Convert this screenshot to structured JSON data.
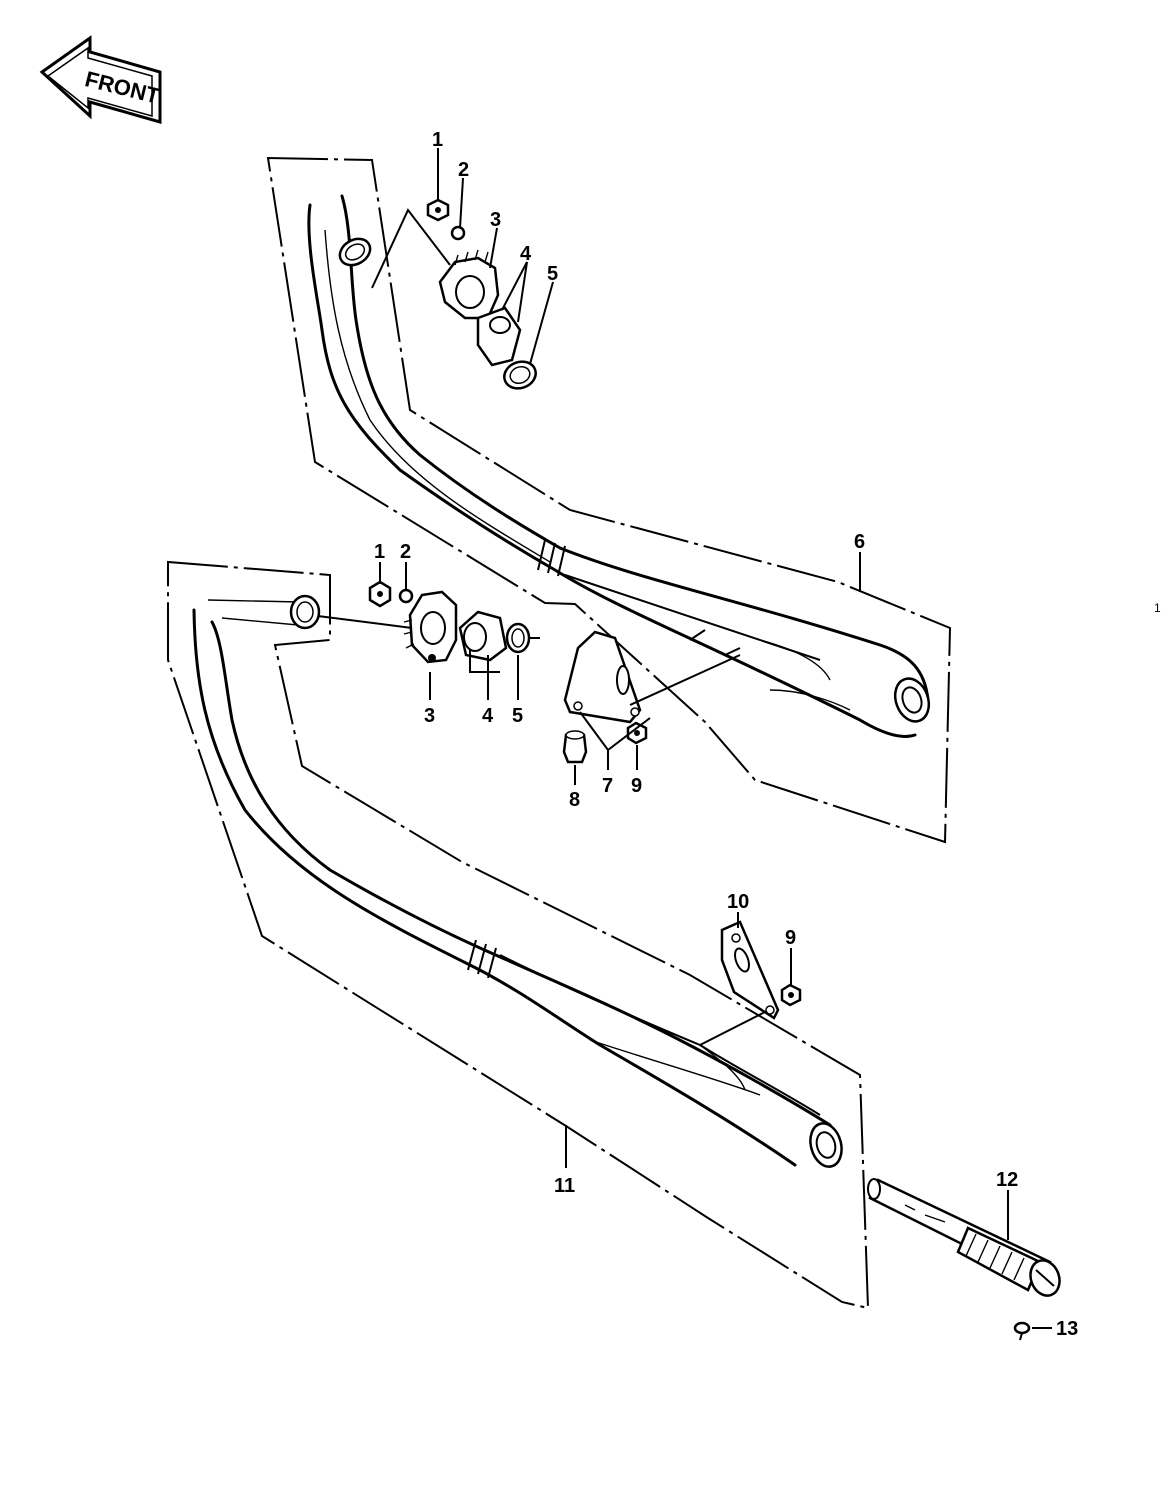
{
  "front_arrow": {
    "label": "FRONT"
  },
  "callouts": {
    "upper": {
      "p1": "1",
      "p2": "2",
      "p3": "3",
      "p4": "4",
      "p5": "5",
      "p6": "6"
    },
    "middle": {
      "p1": "1",
      "p2": "2",
      "p3": "3",
      "p4": "4",
      "p5": "5",
      "p7": "7",
      "p8": "8",
      "p9": "9"
    },
    "lower": {
      "p9": "9",
      "p10": "10",
      "p11": "11",
      "p12": "12",
      "p13": "13"
    },
    "stray_mark": "1"
  }
}
